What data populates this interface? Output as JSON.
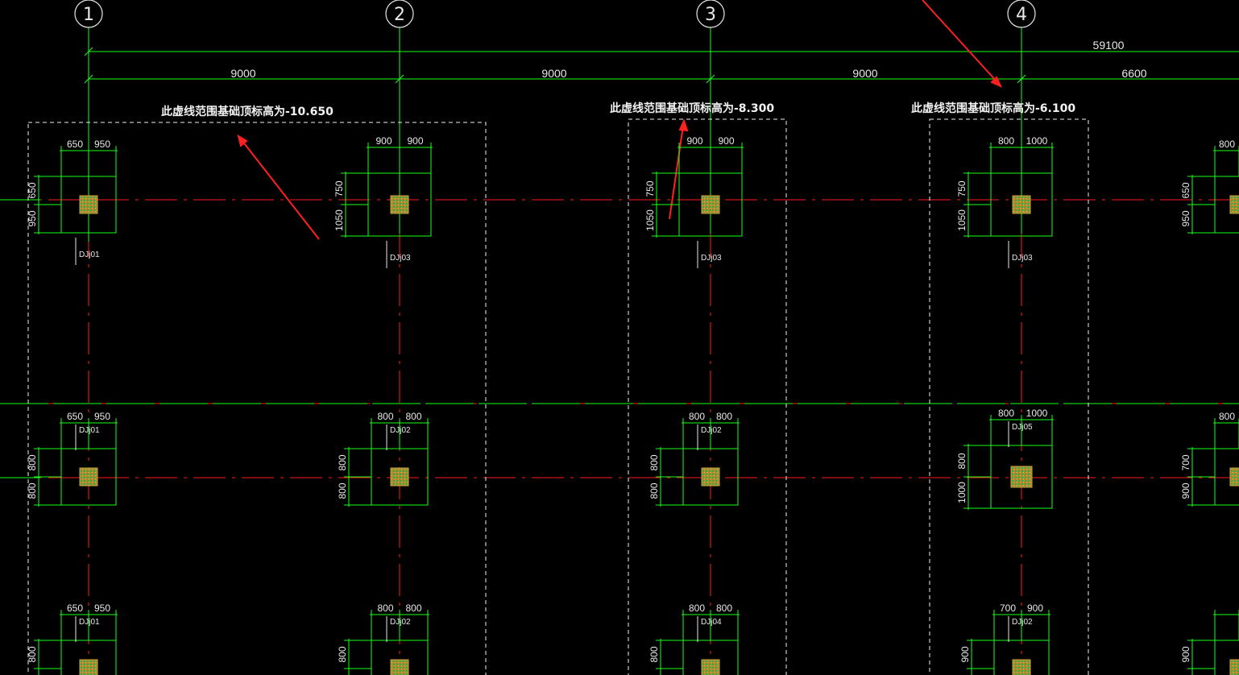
{
  "axes": [
    {
      "label": "1"
    },
    {
      "label": "2"
    },
    {
      "label": "3"
    },
    {
      "label": "4"
    }
  ],
  "dimensions": {
    "total": "59100",
    "spans": [
      "9000",
      "9000",
      "9000",
      "6600"
    ]
  },
  "notes": [
    {
      "text": "此虚线范围基础顶标高为-10.650"
    },
    {
      "text": "此虚线范围基础顶标高为-8.300"
    },
    {
      "text": "此虚线范围基础顶标高为-6.100"
    }
  ],
  "footings": [
    {
      "tag": "DJj01",
      "top": [
        "650",
        "950"
      ],
      "side": [
        "650",
        "950"
      ]
    },
    {
      "tag": "DJj03",
      "top": [
        "900",
        "900"
      ],
      "side": [
        "750",
        "1050"
      ]
    },
    {
      "tag": "DJj03",
      "top": [
        "900",
        "900"
      ],
      "side": [
        "750",
        "1050"
      ]
    },
    {
      "tag": "DJj03",
      "top": [
        "800",
        "1000"
      ],
      "side": [
        "750",
        "1050"
      ]
    },
    {
      "tag": "",
      "top": [
        "800",
        ""
      ],
      "side": [
        "650",
        "950"
      ]
    },
    {
      "tag": "DJj01",
      "top": [
        "650",
        "950"
      ],
      "side": [
        "800",
        "800"
      ]
    },
    {
      "tag": "DJj02",
      "top": [
        "800",
        "800"
      ],
      "side": [
        "800",
        "800"
      ]
    },
    {
      "tag": "DJj02",
      "top": [
        "800",
        "800"
      ],
      "side": [
        "800",
        "800"
      ]
    },
    {
      "tag": "DJj05",
      "top": [
        "800",
        "1000"
      ],
      "side": [
        "800",
        "1000"
      ]
    },
    {
      "tag": "",
      "top": [
        "800",
        ""
      ],
      "side": [
        "700",
        "900"
      ]
    },
    {
      "tag": "DJj01",
      "top": [
        "650",
        "950"
      ],
      "side": [
        "800",
        ""
      ]
    },
    {
      "tag": "DJj02",
      "top": [
        "800",
        "800"
      ],
      "side": [
        "800",
        ""
      ]
    },
    {
      "tag": "DJj04",
      "top": [
        "800",
        "800"
      ],
      "side": [
        "800",
        ""
      ]
    },
    {
      "tag": "DJj02",
      "top": [
        "700",
        "900"
      ],
      "side": [
        "900",
        ""
      ]
    },
    {
      "tag": "",
      "top": [
        "",
        ""
      ],
      "side": [
        "900",
        ""
      ]
    }
  ],
  "colors": {
    "axis": "#19ff19",
    "grid": "#ff1a1a",
    "dashed": "#f0f0f0",
    "text": "#e8e8e8",
    "arrow": "#ff2020",
    "column": "#c8a040"
  }
}
